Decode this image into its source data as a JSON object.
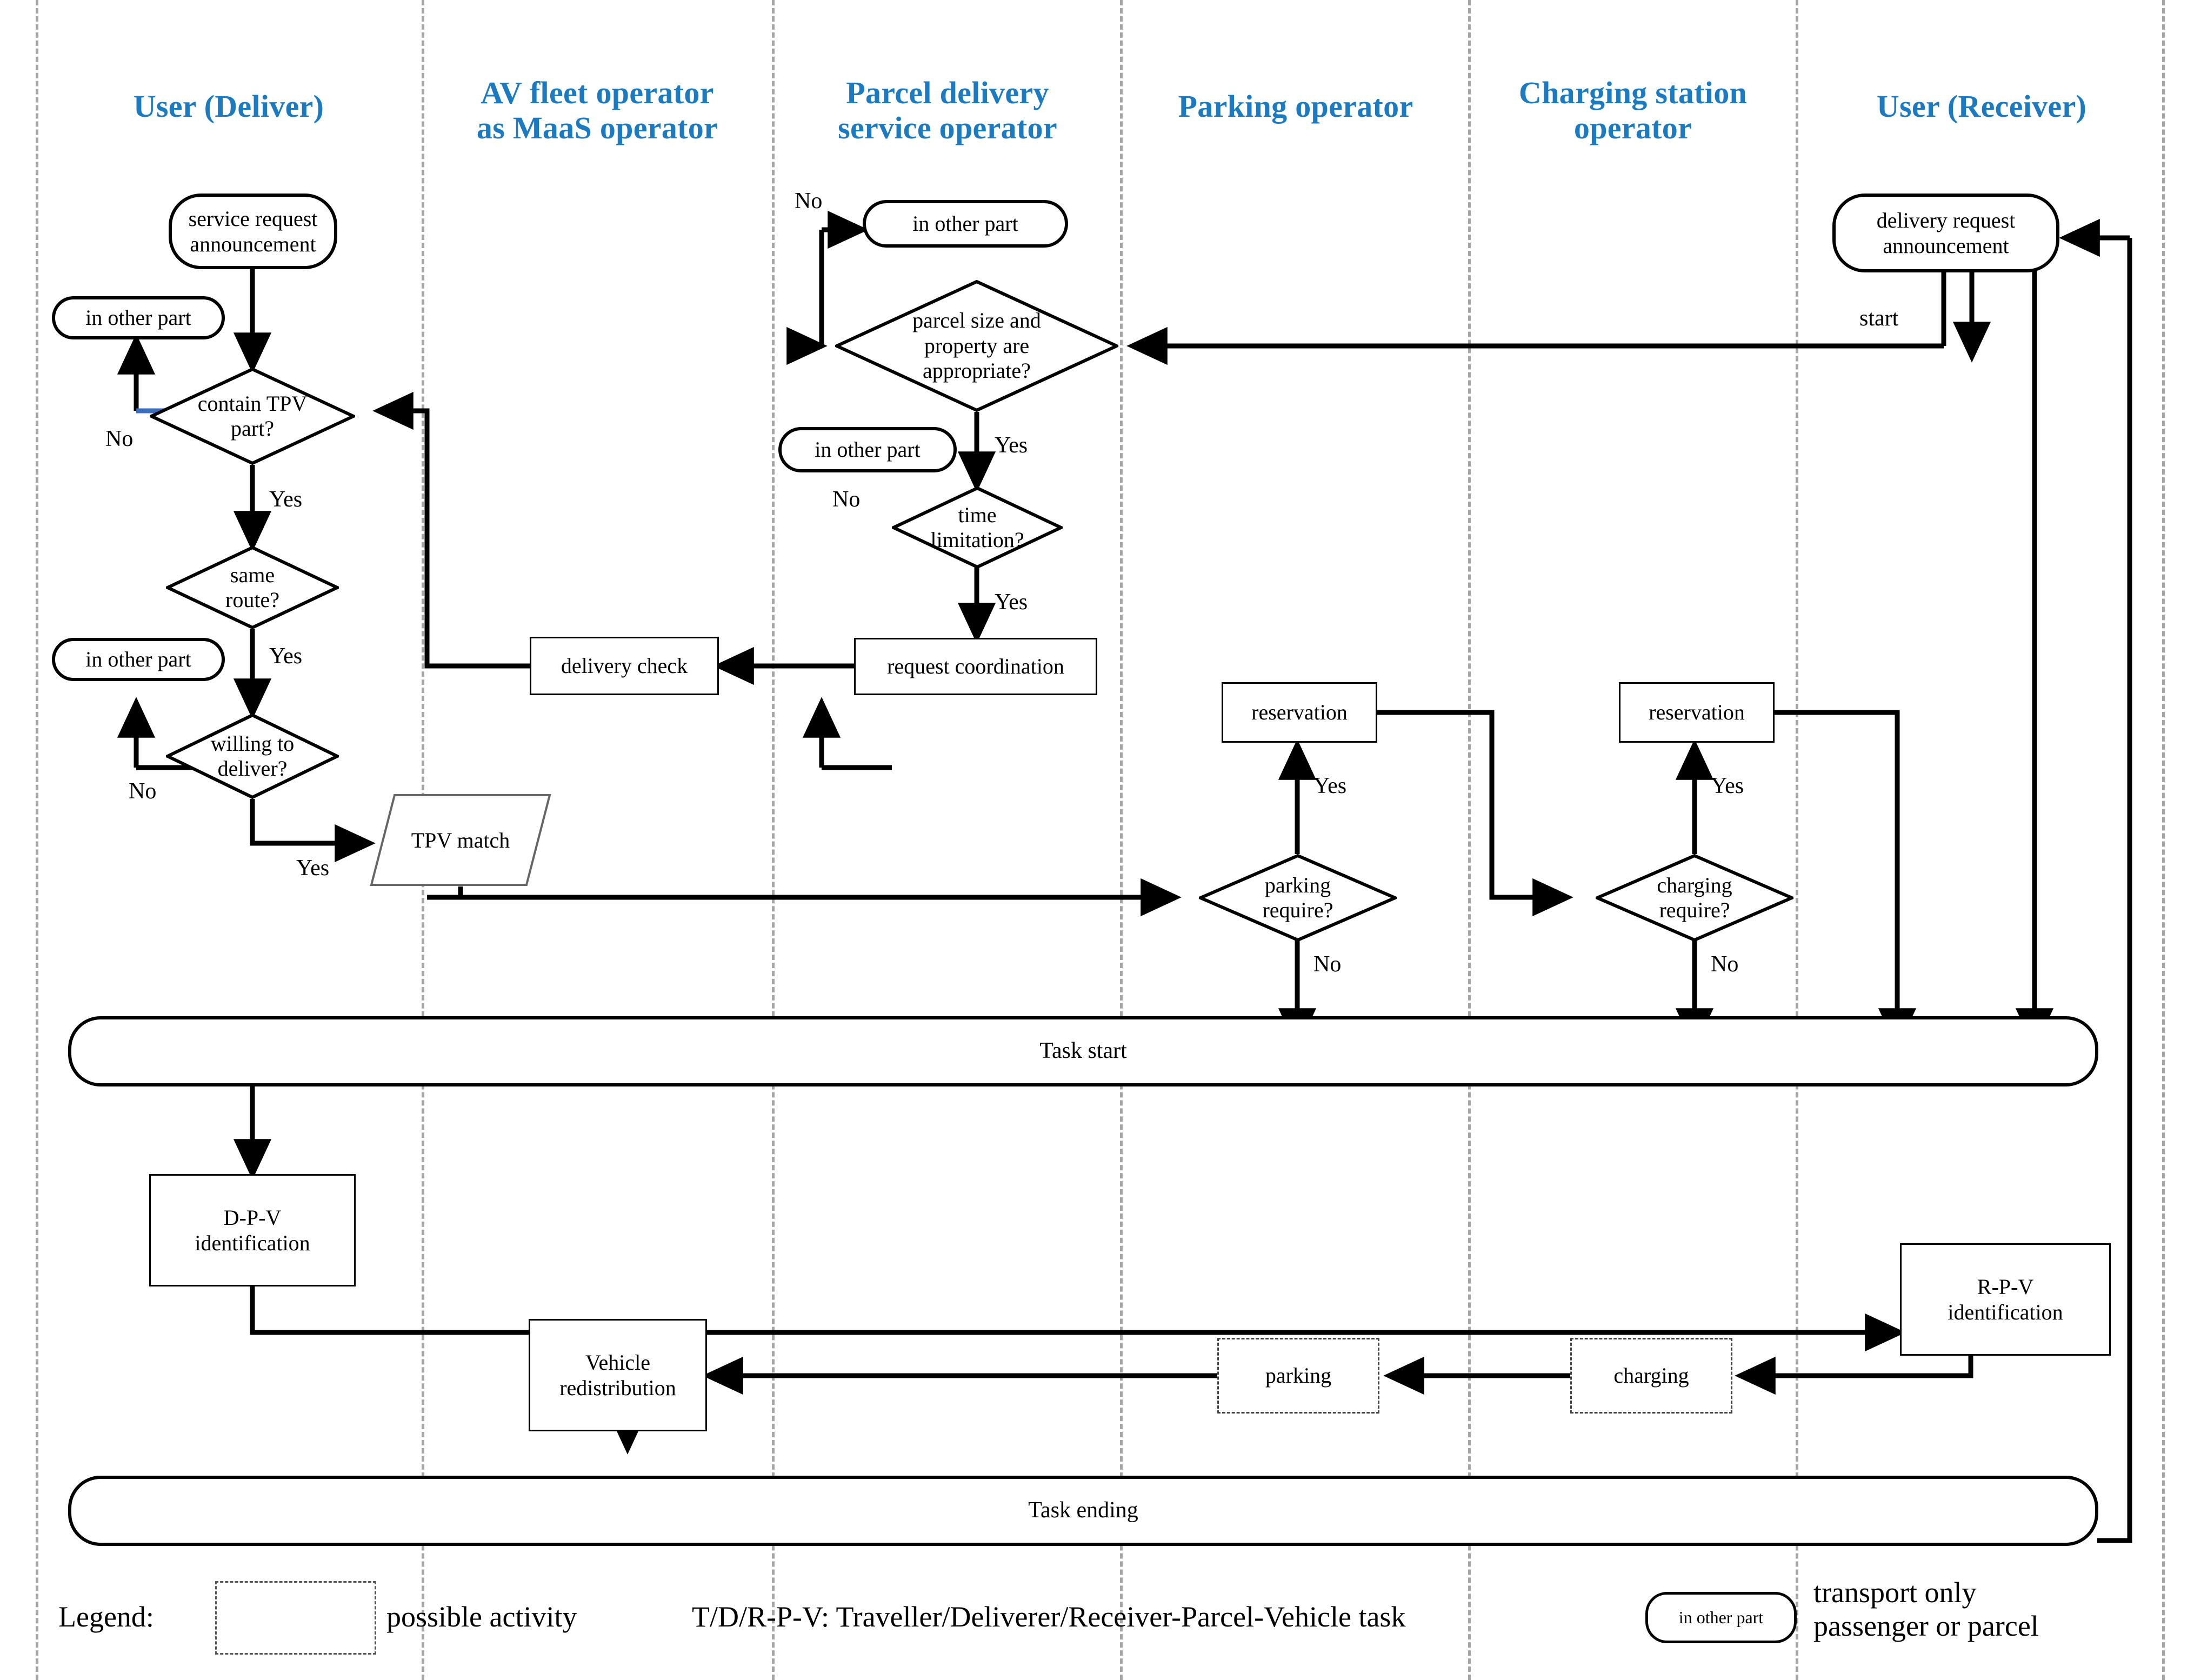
{
  "diagram": {
    "title_type": "swimlane-flowchart",
    "accent_color": "#1c7ac0",
    "line_color": "#000000",
    "lane_divider_color": "#a6a6a6"
  },
  "lanes": [
    {
      "id": "user-deliver",
      "label": "User (Deliver)"
    },
    {
      "id": "av-fleet-operator",
      "label": "AV fleet operator\nas MaaS operator",
      "line1": "AV fleet operator",
      "line2": "as MaaS operator"
    },
    {
      "id": "parcel-delivery",
      "label": "Parcel delivery\nservice operator",
      "line1": "Parcel delivery",
      "line2": "service operator"
    },
    {
      "id": "parking-operator",
      "label": "Parking operator"
    },
    {
      "id": "charging-station",
      "label": "Charging station\noperator",
      "line1": "Charging station",
      "line2": "operator"
    },
    {
      "id": "user-receiver",
      "label": "User (Receiver)"
    }
  ],
  "nodes": {
    "service_request_announcement": {
      "line1": "service request",
      "line2": "announcement"
    },
    "in_other_part_1": "in other part",
    "contain_tpv_part": {
      "line1": "contain TPV",
      "line2": "part?"
    },
    "same_route": {
      "line1": "same",
      "line2": "route?"
    },
    "in_other_part_2": "in other part",
    "willing_to_deliver": {
      "line1": "willing to",
      "line2": "deliver?"
    },
    "tpv_match": "TPV match",
    "delivery_check": "delivery check",
    "in_other_part_3": "in other part",
    "parcel_size_property": {
      "line1": "parcel size and",
      "line2": "property are",
      "line3": "appropriate?"
    },
    "in_other_part_4": "in other part",
    "time_limitation": {
      "line1": "time",
      "line2": "limitation?"
    },
    "request_coordination": "request coordination",
    "reservation_parking": "reservation",
    "parking_require": {
      "line1": "parking",
      "line2": "require?"
    },
    "reservation_charging": "reservation",
    "charging_require": {
      "line1": "charging",
      "line2": "require?"
    },
    "delivery_request_announcement": {
      "line1": "delivery request",
      "line2": "announcement"
    },
    "task_start": "Task start",
    "dpv_identification": {
      "line1": "D-P-V",
      "line2": "identification"
    },
    "rpv_identification": {
      "line1": "R-P-V",
      "line2": "identification"
    },
    "vehicle_redistribution": {
      "line1": "Vehicle",
      "line2": "redistribution"
    },
    "parking": "parking",
    "charging": "charging",
    "task_ending": "Task ending"
  },
  "edge_labels": {
    "no_contain_tpv": "No",
    "yes_contain_tpv": "Yes",
    "yes_same_route": "Yes",
    "no_willing": "No",
    "yes_willing": "Yes",
    "no_parcel_size": "No",
    "yes_parcel_size": "Yes",
    "no_time_limit": "No",
    "yes_time_limit": "Yes",
    "yes_parking": "Yes",
    "no_parking": "No",
    "yes_charging": "Yes",
    "no_charging": "No",
    "start": "start"
  },
  "legend": {
    "title": "Legend:",
    "possible_activity": "possible activity",
    "abbrev": "T/D/R-P-V: Traveller/Deliverer/Receiver-Parcel-Vehicle task",
    "stadium_sample": "in other part",
    "transport_line1": "transport only",
    "transport_line2": "passenger or parcel"
  }
}
